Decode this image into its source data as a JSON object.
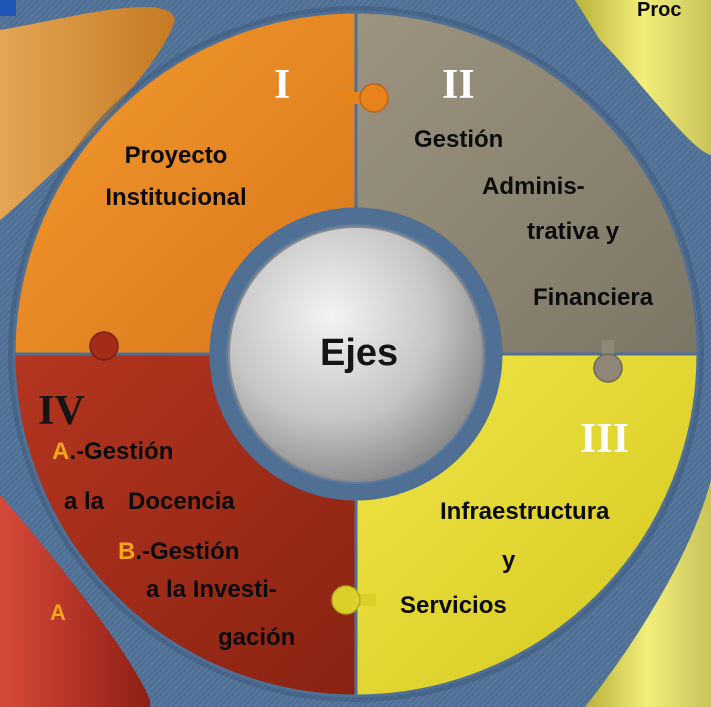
{
  "colors": {
    "background": "#4f6f95",
    "quadrant_I": "#ec8a1f",
    "quadrant_II": "#8e8676",
    "quadrant_III": "#e8dc2a",
    "quadrant_IV": "#9e2a18",
    "hub": "#c9c9c9",
    "roman_light": "#ffffff",
    "roman_dark": "#222222",
    "accent_letter": "#f5a51c"
  },
  "header_fragment": "Proc",
  "center": {
    "label": "Ejes"
  },
  "quadrants": {
    "I": {
      "numeral": "I",
      "title_line1": "Proyecto",
      "title_line2": "Institucional"
    },
    "II": {
      "numeral": "II",
      "line1": "Gestión",
      "line2": "Adminis-",
      "line3": "trativa  y",
      "line4": "Financiera"
    },
    "III": {
      "numeral": "III",
      "line1": "Infraestructura",
      "line2": "y",
      "line3": "Servicios"
    },
    "IV": {
      "numeral": "IV",
      "a_letter": "A",
      "a_text": ".-Gestión",
      "a_line2_part1": "a la",
      "a_line2_part2": "Docencia",
      "b_letter": "B",
      "b_text": ".-Gestión",
      "b_line2": "a la  Investi-",
      "b_line3": "gación"
    }
  },
  "side_fragment_left": "A"
}
